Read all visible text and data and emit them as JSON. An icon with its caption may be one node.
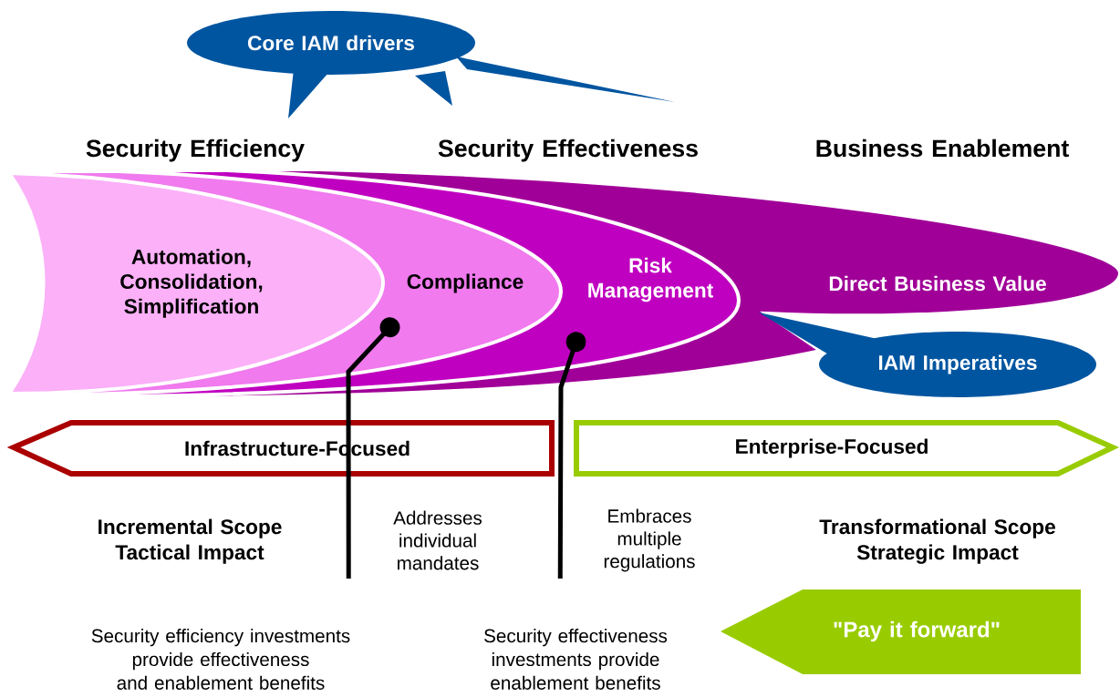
{
  "diagram": {
    "nodes": [
      {
        "text": [
          "Core IAM drivers"
        ]
      },
      {
        "text": [
          "Automation, Consolidation, Simplification"
        ],
        "in": 2
      },
      {
        "text": [
          "Compliance"
        ],
        "in": 3
      },
      {
        "text": [
          "Risk Management"
        ],
        "in": 4
      },
      {
        "text": [
          "Direct Business Value"
        ]
      },
      {
        "text": [
          "IAM Imperatives"
        ]
      },
      {
        "text": [
          "Infrastructure-Focused"
        ]
      },
      {
        "text": [
          "Enterprise-Focused"
        ]
      },
      {
        "text": [
          "\"Pay it forward\""
        ]
      },
      {
        "text": [
          "Addresses individual mandates"
        ]
      },
      {
        "text": [
          "Embraces multiple regulations"
        ]
      }
    ],
    "edges": [
      {
        "from": 9,
        "to": 2,
        "arrow": "other"
      },
      {
        "from": 10,
        "to": 3,
        "arrow": "other"
      }
    ],
    "labels": [
      "Security Efficiency",
      "Security Effectiveness",
      "Business Enablement",
      "Incremental Scope",
      "Tactical Impact",
      "Transformational Scope",
      "Strategic Impact",
      "Security efficiency investments provide effectiveness and enablement benefits",
      "Security effectiveness investments provide enablement benefits"
    ]
  }
}
